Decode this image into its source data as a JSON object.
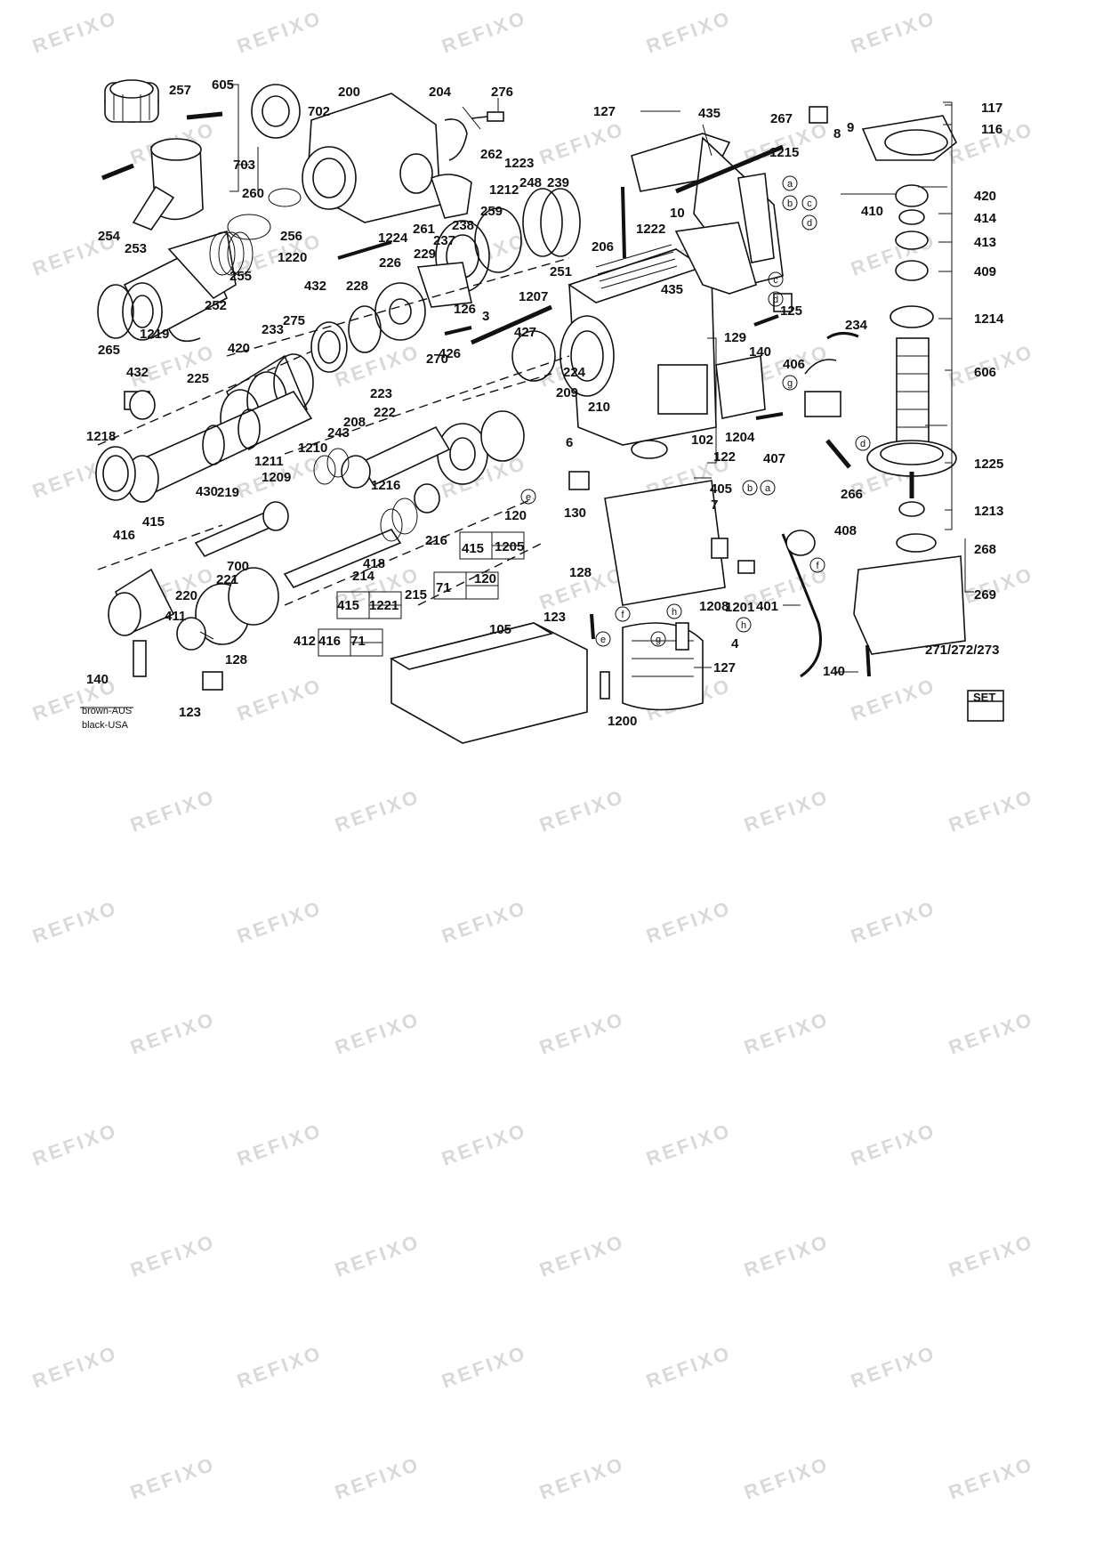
{
  "diagram": {
    "watermark": "REFIXO",
    "part_labels": [
      "257",
      "605",
      "702",
      "200",
      "204",
      "276",
      "127",
      "435",
      "267",
      "117",
      "116",
      "703",
      "262",
      "1223",
      "1212",
      "248",
      "239",
      "1215",
      "8",
      "9",
      "420",
      "260",
      "256",
      "1224",
      "261",
      "237",
      "238",
      "259",
      "10",
      "414",
      "254",
      "253",
      "1220",
      "226",
      "229",
      "1222",
      "206",
      "413",
      "409",
      "255",
      "252",
      "432",
      "228",
      "1207",
      "251",
      "435",
      "410",
      "1214",
      "1219",
      "265",
      "275",
      "126",
      "125",
      "234",
      "233",
      "420",
      "427",
      "3",
      "129",
      "140",
      "406",
      "606",
      "432",
      "225",
      "426",
      "270",
      "209",
      "210",
      "224",
      "223",
      "222",
      "208",
      "6",
      "102",
      "1204",
      "122",
      "407",
      "1225",
      "1218",
      "243",
      "1210",
      "1211",
      "1209",
      "1216",
      "405",
      "7",
      "266",
      "430",
      "219",
      "120",
      "130",
      "128",
      "408",
      "1213",
      "415",
      "416",
      "216",
      "215",
      "214",
      "418",
      "415",
      "1205",
      "268",
      "220",
      "221",
      "700",
      "71",
      "120",
      "1201",
      "1208",
      "401",
      "269",
      "411",
      "415",
      "1221",
      "123",
      "4",
      "271/272/273",
      "412",
      "416",
      "71",
      "105",
      "127",
      "140",
      "140",
      "128",
      "123",
      "1200"
    ],
    "reference_letters": [
      "a",
      "b",
      "c",
      "d",
      "c",
      "d",
      "g",
      "d",
      "a",
      "b",
      "e",
      "f",
      "e",
      "f",
      "g",
      "h",
      "h"
    ],
    "set_label": "SET",
    "wire_legend": [
      "brown-AUS",
      "black-USA"
    ]
  }
}
